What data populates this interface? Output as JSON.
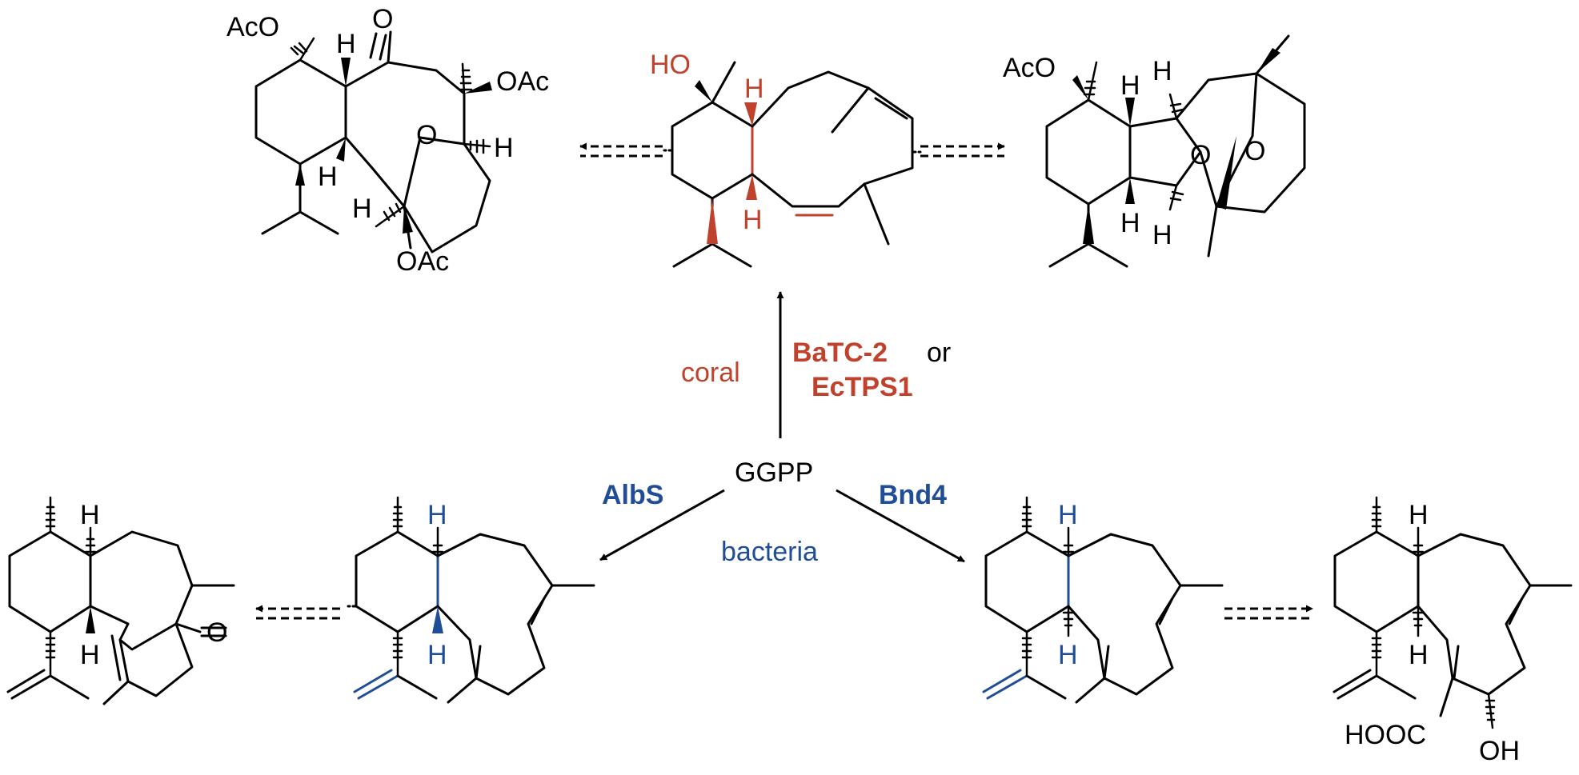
{
  "colors": {
    "bond": "#000000",
    "coral": "#c0422c",
    "bacteria": "#1f4e96"
  },
  "center": {
    "label": "GGPP",
    "coral_route": {
      "organism": "coral",
      "enzyme1": "BaTC-2",
      "connector": "or",
      "enzyme2": "EcTPS1"
    },
    "bacteria_route": {
      "organism": "bacteria",
      "enzyme_left": "AlbS",
      "enzyme_right": "Bnd4"
    }
  },
  "atoms": {
    "OAc": "OAc",
    "AcO": "AcO",
    "O": "O",
    "H": "H",
    "HO": "HO",
    "OH": "OH",
    "HOOC": "HOOC"
  }
}
